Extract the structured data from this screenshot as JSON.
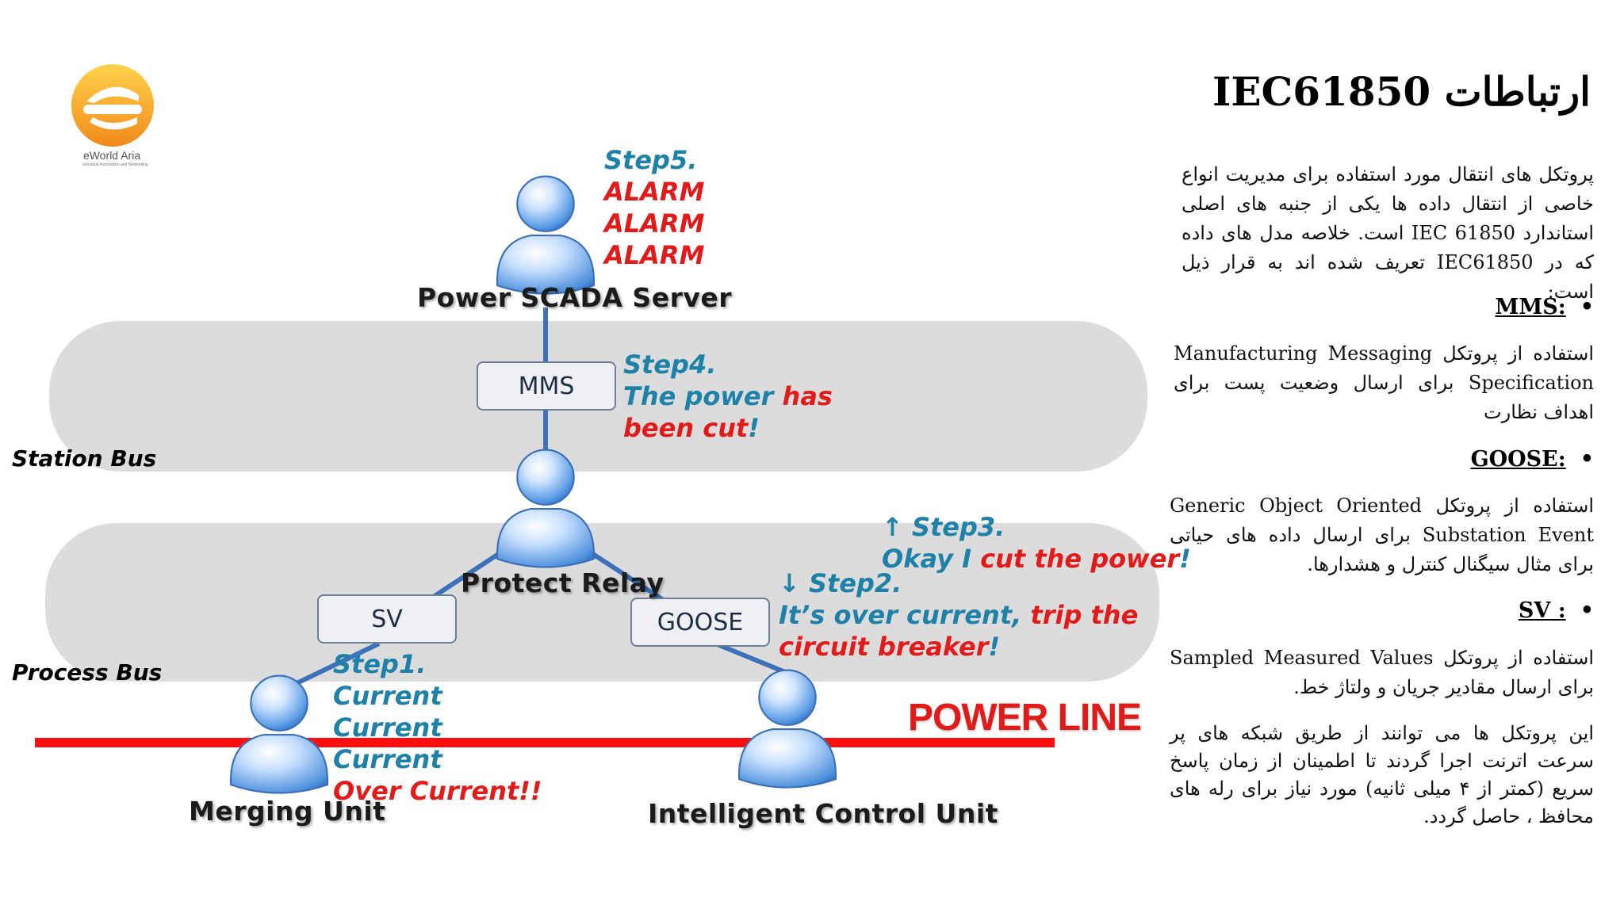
{
  "logo": {
    "name": "eWorld Aria",
    "tagline": "Industrial Automation and Networking"
  },
  "title": "ارتباطات IEC61850",
  "buses": {
    "station": "Station Bus",
    "process": "Process Bus"
  },
  "protocol_boxes": {
    "mms": "MMS",
    "sv": "SV",
    "goose": "GOOSE"
  },
  "nodes": {
    "scada": "Power SCADA Server",
    "relay": "Protect Relay",
    "merging": "Merging Unit",
    "icu": "Intelligent Control Unit"
  },
  "power_line": "POWER LINE",
  "steps": {
    "step5": {
      "title": "Step5.",
      "lines": [
        "ALARM",
        "ALARM",
        "ALARM"
      ]
    },
    "step4": {
      "title": "Step4.",
      "line1_blue": "The power ",
      "line1_red": "has",
      "line2_red": "been cut",
      "line2_blue": "!"
    },
    "step3": {
      "title": "↑ Step3.",
      "line1_blue": "Okay I ",
      "line1_red": "cut the power",
      "line1_end": "!"
    },
    "step2": {
      "title": "↓ Step2.",
      "line1_blue": "It’s over current, ",
      "line1_red": "trip the",
      "line2_red": "circuit breaker",
      "line2_blue": "!"
    },
    "step1": {
      "title": "Step1.",
      "lines": [
        "Current",
        "Current",
        "Current"
      ],
      "alert": "Over Current!!"
    }
  },
  "text": {
    "intro": "پروتکل های انتقال مورد استفاده برای مدیریت انواع خاصی از انتقال داده ها یکی از جنبه های اصلی استاندارد IEC 61850 است. خلاصه مدل های داده که در IEC61850 تعریف شده اند به قرار ذیل است:",
    "mms_head": ":MMS",
    "mms_body": "استفاده از پروتکل Manufacturing Messaging Specification برای ارسال وضعیت پست برای اهداف نظارت",
    "goose_head": ":GOOSE",
    "goose_body": "استفاده از پروتکل Generic Object Oriented Substation Event برای ارسال داده های حیاتی برای مثال سیگنال کنترل و هشدارها.",
    "sv_head": ": SV",
    "sv_body": "استفاده از پروتکل Sampled Measured Values برای ارسال مقادیر جریان و ولتاژ خط.",
    "closing": "این پروتکل ها می توانند از طریق شبکه های پر سرعت اترنت اجرا گردند تا اطمینان از زمان پاسخ سریع (کمتر از ۴ میلی ثانیه) مورد نیاز برای رله های محافظ ، حاصل گردد."
  },
  "colors": {
    "accent_blue": "#1e81a8",
    "alert_red": "#e11a1a",
    "bus_gray": "#dcdcdc",
    "link_blue": "#3d72b8",
    "logo_orange": "#f5a623"
  }
}
